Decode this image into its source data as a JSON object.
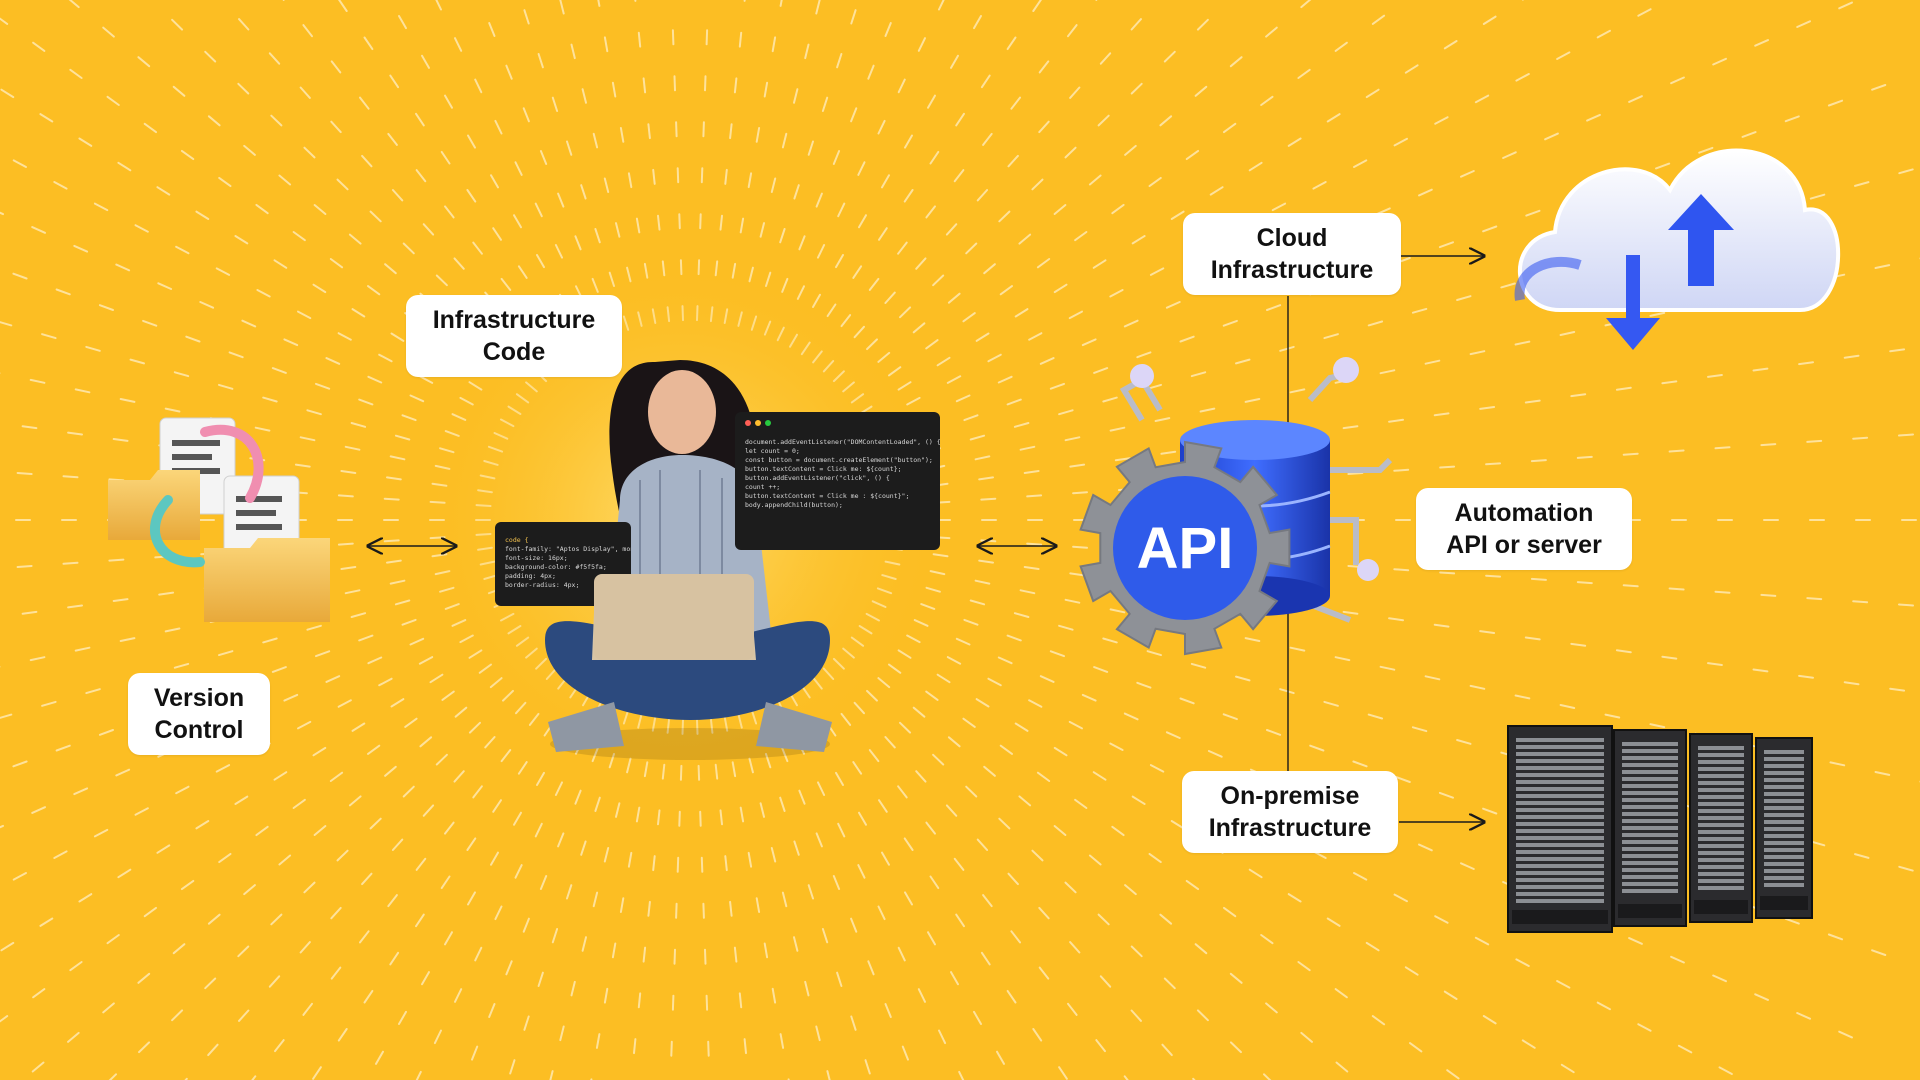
{
  "background_color": "#FCBE23",
  "labels": {
    "version_control": [
      "Version",
      "Control"
    ],
    "infrastructure_code": [
      "Infrastructure",
      "Code"
    ],
    "cloud_infrastructure": [
      "Cloud",
      "Infrastructure"
    ],
    "automation_api": [
      "Automation",
      "API or server"
    ],
    "onpremise_infrastructure": [
      "On-premise",
      "Infrastructure"
    ]
  },
  "api_badge": "API",
  "code_panel_main": [
    "document.addEventListener(\"DOMContentLoaded\", () {",
    "    let count = 0;",
    "    const button = document.createElement(\"button\");",
    "    button.textContent = Click me: ${count};",
    "",
    "    button.addEventListener(\"click\", () {",
    "        count ++;",
    "        button.textContent = Click me : ${count}\";",
    "",
    "        body.appendChild(button);"
  ],
  "code_panel_small": [
    "code {",
    "font-family: \"Aptos Display\", monospace;",
    "font-size: 16px;",
    "background-color: #f5f5fa;",
    "padding: 4px;",
    "border-radius: 4px;"
  ],
  "colors": {
    "accent_blue": "#2F5BEA",
    "gear_gray": "#8E9197",
    "folder": "#F3C15C",
    "rack": "#2B2B2E"
  }
}
